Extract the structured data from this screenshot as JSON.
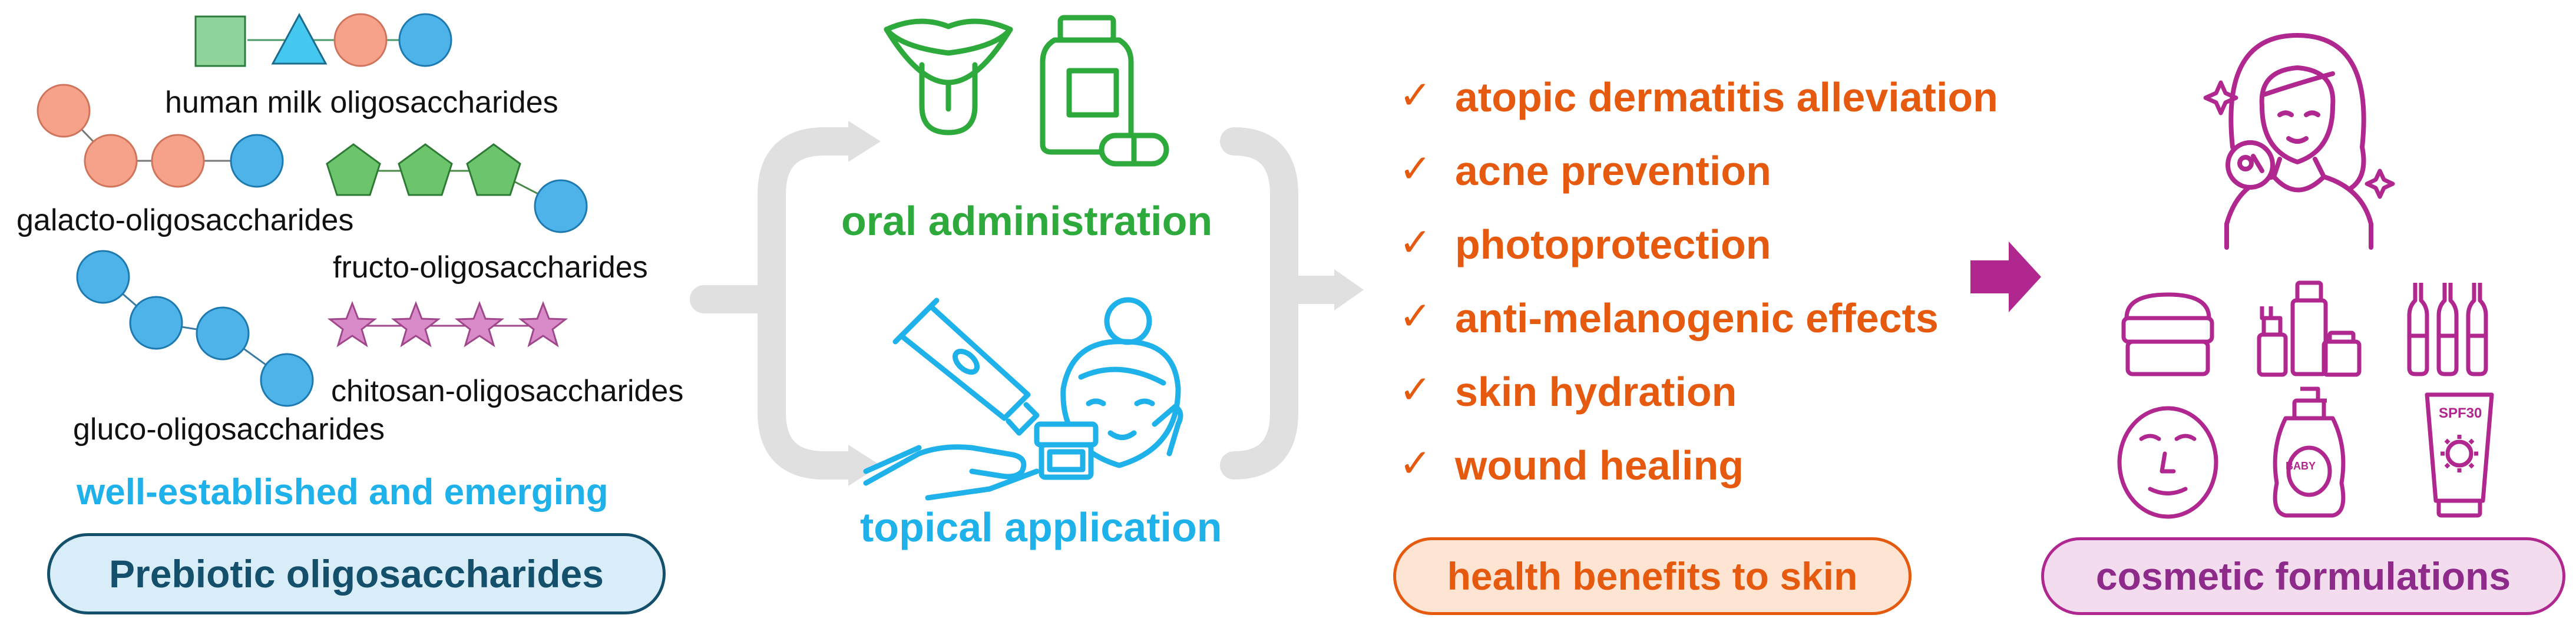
{
  "colors": {
    "navy": "#14506b",
    "prebiotic_fill": "#d8edf7",
    "cyan": "#1fb1ea",
    "green": "#2eaa3c",
    "orange": "#e65a0f",
    "benefit_fill": "#fde4d3",
    "magenta": "#b0278f",
    "cosmetic_fill": "#f4dcef",
    "salmon": "#f6a18a",
    "sugar_blue": "#4eb3e8",
    "leaf_green": "#6cc56c",
    "star_pink": "#d98ac8",
    "arrow_grey": "#e0e0e0"
  },
  "oligosaccharides": {
    "hmo": "human milk oligosaccharides",
    "gos": "galacto-oligosaccharides",
    "fos": "fructo-oligosaccharides",
    "cos": "chitosan-oligosaccharides",
    "glc": "gluco-oligosaccharides",
    "caption": "well-established and emerging",
    "box_label": "Prebiotic oligosaccharides"
  },
  "routes": {
    "oral": "oral administration",
    "topical": "topical application"
  },
  "benefits": {
    "items": [
      "atopic dermatitis alleviation",
      "acne prevention",
      "photoprotection",
      "anti-melanogenic effects",
      "skin hydration",
      "wound healing"
    ],
    "check_mark": "✓",
    "box_label": "health benefits to skin"
  },
  "cosmetics": {
    "box_label": "cosmetic formulations",
    "baby_bottle_text": "BABY",
    "spf_text": "SPF30"
  },
  "icons": [
    "square-sugar-icon",
    "triangle-sugar-icon",
    "circle-sugar-icon",
    "pentagon-sugar-icon",
    "star-sugar-icon",
    "mouth-icon",
    "pill-bottle-icon",
    "capsule-icon",
    "cream-tube-icon",
    "hand-icon",
    "woman-face-icon",
    "cream-jar-icon",
    "bottles-icon",
    "ampoules-icon",
    "face-mask-icon",
    "baby-bottle-icon",
    "sunscreen-tube-icon",
    "right-arrow-icon",
    "sparkle-icon"
  ]
}
